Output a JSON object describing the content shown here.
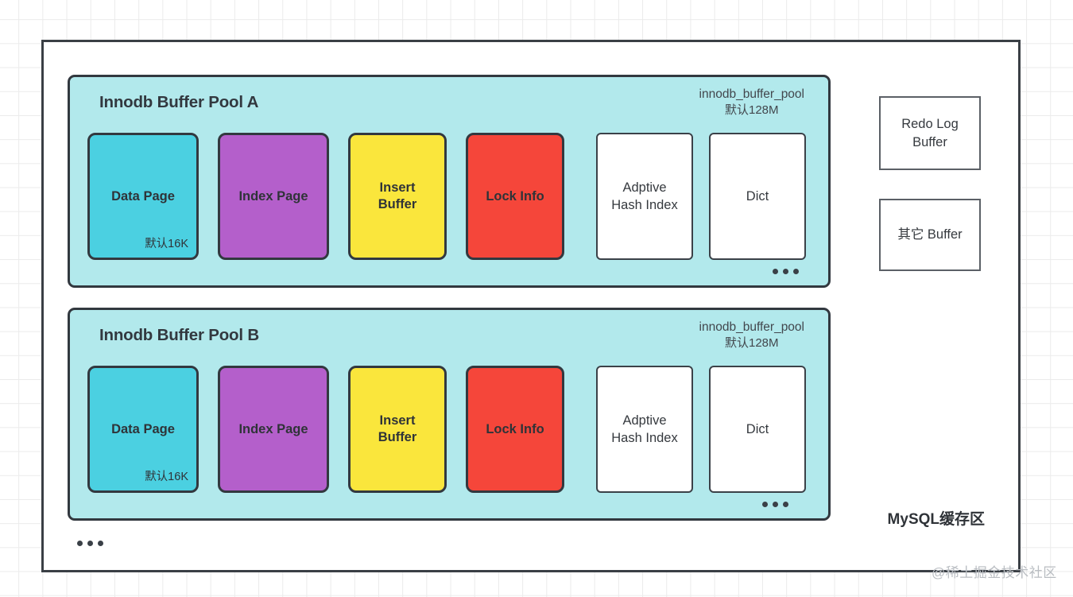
{
  "frame": {
    "caption": "MySQL缓存区",
    "ellipsis": "•••"
  },
  "watermark": "@稀土掘金技术社区",
  "pools": [
    {
      "title": "Innodb Buffer Pool A",
      "param_name": "innodb_buffer_pool",
      "param_value": "默认128M",
      "ellipsis": "•••",
      "cards": [
        {
          "label": "Data Page",
          "sub": "默认16K",
          "color": "#4bd0e1",
          "style": "colored"
        },
        {
          "label": "Index Page",
          "sub": "",
          "color": "#b45fcb",
          "style": "colored"
        },
        {
          "label": "Insert\nBuffer",
          "sub": "",
          "color": "#fae63c",
          "style": "colored"
        },
        {
          "label": "Lock Info",
          "sub": "",
          "color": "#f5463a",
          "style": "colored"
        },
        {
          "label": "Adptive\nHash Index",
          "sub": "",
          "color": "#ffffff",
          "style": "plain"
        },
        {
          "label": "Dict",
          "sub": "",
          "color": "#ffffff",
          "style": "plain"
        }
      ]
    },
    {
      "title": "Innodb Buffer Pool B",
      "param_name": "innodb_buffer_pool",
      "param_value": "默认128M",
      "ellipsis": "•••",
      "cards": [
        {
          "label": "Data Page",
          "sub": "默认16K",
          "color": "#4bd0e1",
          "style": "colored"
        },
        {
          "label": "Index Page",
          "sub": "",
          "color": "#b45fcb",
          "style": "colored"
        },
        {
          "label": "Insert\nBuffer",
          "sub": "",
          "color": "#fae63c",
          "style": "colored"
        },
        {
          "label": "Lock Info",
          "sub": "",
          "color": "#f5463a",
          "style": "colored"
        },
        {
          "label": "Adptive\nHash Index",
          "sub": "",
          "color": "#ffffff",
          "style": "plain"
        },
        {
          "label": "Dict",
          "sub": "",
          "color": "#ffffff",
          "style": "plain"
        }
      ]
    }
  ],
  "side_boxes": [
    {
      "label": "Redo Log\nBuffer"
    },
    {
      "label": "其它 Buffer"
    }
  ],
  "colors": {
    "pool_background": "#b2e9ec",
    "frame_border": "#3a3f45",
    "card_border": "#32383f",
    "grid_line": "#ebebeb",
    "text": "#32383f",
    "watermark": "#b9bdc2"
  }
}
